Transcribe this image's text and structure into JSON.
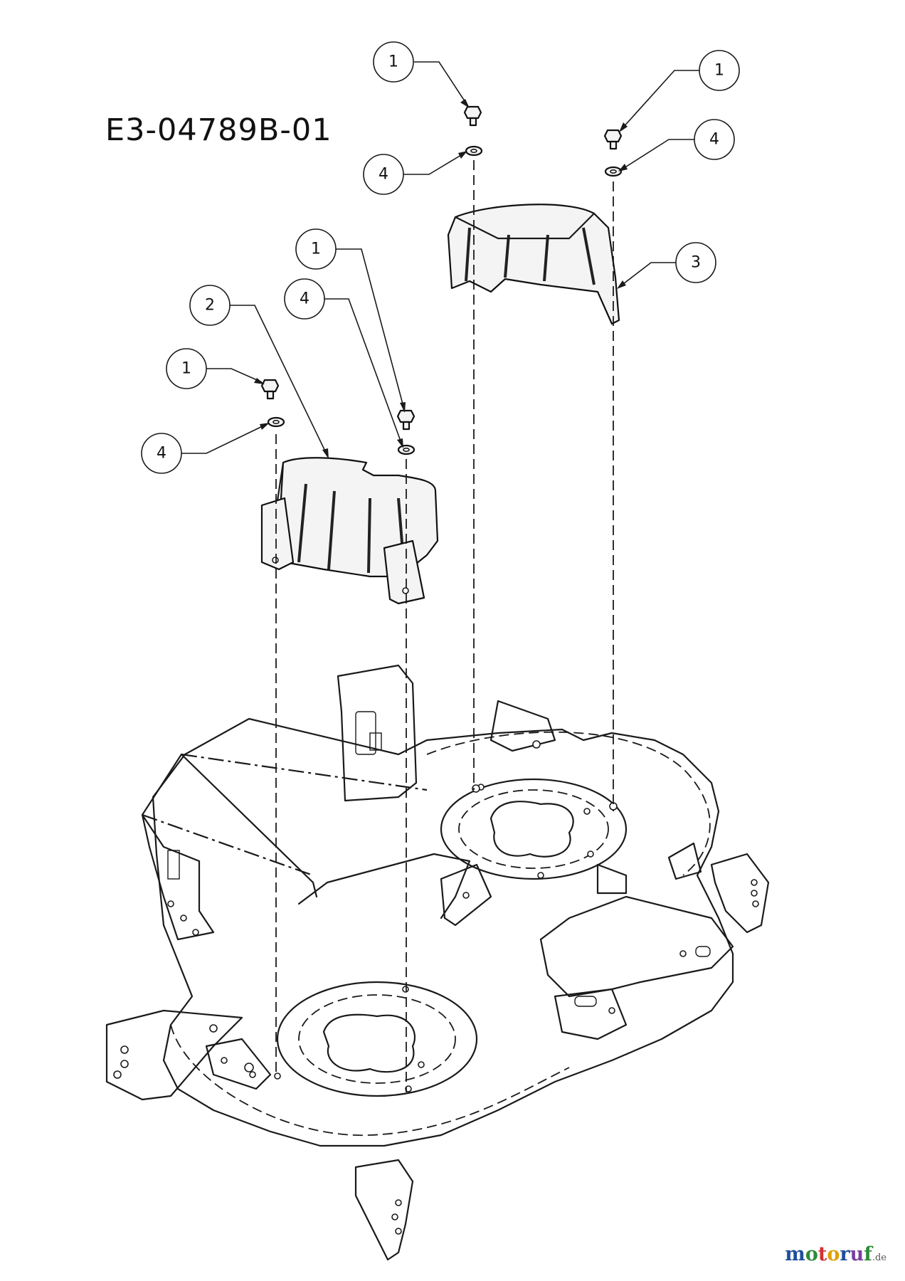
{
  "drawing_id": "E3-04789B-01",
  "watermark": {
    "letters": [
      {
        "ch": "m",
        "color": "#1f4e9c"
      },
      {
        "ch": "o",
        "color": "#2e8b3a"
      },
      {
        "ch": "t",
        "color": "#d62f2f"
      },
      {
        "ch": "o",
        "color": "#e0a000"
      },
      {
        "ch": "r",
        "color": "#1f4e9c"
      },
      {
        "ch": "u",
        "color": "#7a3fa0"
      },
      {
        "ch": "f",
        "color": "#2e8b3a"
      }
    ],
    "suffix": ".de"
  },
  "callouts": [
    {
      "label": "1",
      "part": "bolt"
    },
    {
      "label": "1",
      "part": "bolt"
    },
    {
      "label": "4",
      "part": "washer"
    },
    {
      "label": "4",
      "part": "washer"
    },
    {
      "label": "1",
      "part": "bolt"
    },
    {
      "label": "2",
      "part": "left-shroud"
    },
    {
      "label": "4",
      "part": "washer"
    },
    {
      "label": "3",
      "part": "right-shroud"
    },
    {
      "label": "1",
      "part": "bolt"
    },
    {
      "label": "4",
      "part": "washer"
    }
  ]
}
